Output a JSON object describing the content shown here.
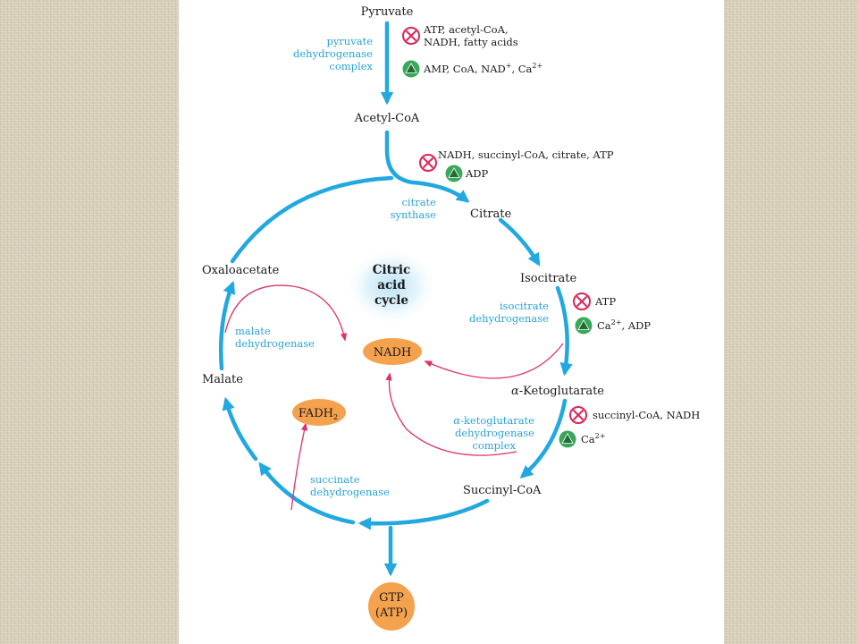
{
  "metabolites": {
    "pyruvate": "Pyruvate",
    "acetyl_coa": "Acetyl-CoA",
    "citrate": "Citrate",
    "isocitrate": "Isocitrate",
    "alpha_kg_prefix": "α",
    "alpha_kg_name": "-Ketoglutarate",
    "succinyl_coa": "Succinyl-CoA",
    "malate": "Malate",
    "oxaloacetate": "Oxaloacetate"
  },
  "center_label": [
    "Citric",
    "acid",
    "cycle"
  ],
  "enzymes": {
    "pdh": [
      "pyruvate",
      "dehydrogenase",
      "complex"
    ],
    "citrate_synthase": [
      "citrate",
      "synthase"
    ],
    "idh": [
      "isocitrate",
      "dehydrogenase"
    ],
    "akgdh_prefix": "α",
    "akgdh": [
      "-ketoglutarate",
      "dehydrogenase",
      "complex"
    ],
    "sdh": [
      "succinate",
      "dehydrogenase"
    ],
    "mdh": [
      "malate",
      "dehydrogenase"
    ]
  },
  "regulators": {
    "pdh_inhibitors": [
      "ATP, acetyl-CoA,",
      "NADH, fatty acids"
    ],
    "pdh_activators": {
      "text": "AMP, CoA, NAD",
      "sup1": "+",
      "mid": ", Ca",
      "sup2": "2+"
    },
    "cs_inhibitors": "NADH, succinyl-CoA, citrate, ATP",
    "cs_activators": "ADP",
    "idh_inhibitors": "ATP",
    "idh_activators": {
      "pre": "Ca",
      "sup": "2+",
      "post": ", ADP"
    },
    "akgdh_inhibitors": "succinyl-CoA, NADH",
    "akgdh_activators": {
      "pre": "Ca",
      "sup": "2+"
    }
  },
  "products": {
    "nadh": "NADH",
    "fadh2": {
      "base": "FADH",
      "sub": "2"
    },
    "gtp": [
      "GTP",
      "(ATP)"
    ]
  },
  "colors": {
    "cycle_arrow": "#22a8e0",
    "enzyme_text": "#2aa2d8",
    "product_arrow": "#e0306c",
    "product_fill": "#f5a24e",
    "inhibitor": "#d8265a",
    "activator": "#3aa85a",
    "panel_bg": "#ffffff",
    "page_bg": "#d8ceb8"
  }
}
